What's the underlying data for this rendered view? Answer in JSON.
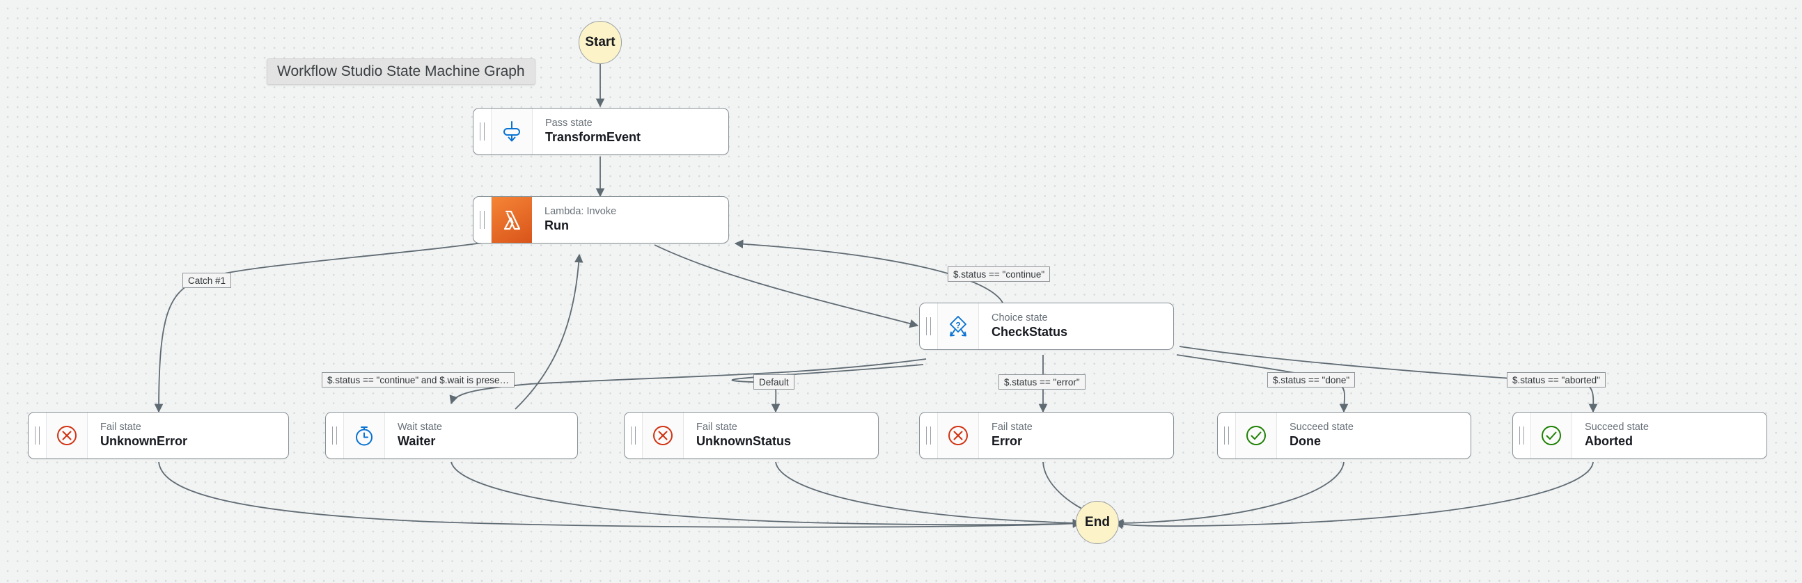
{
  "graph": {
    "title": "Workflow Studio State Machine Graph",
    "background_color": "#f2f3f3",
    "node_border_color": "#879196",
    "terminal_fill_color": "#fcf3c8",
    "lambda_icon_color": "#f58536",
    "fail_icon_color": "#d13212",
    "succeed_icon_color": "#1d8102",
    "blue_icon_color": "#0972d3"
  },
  "terminals": [
    {
      "id": "start",
      "label": "Start"
    },
    {
      "id": "end",
      "label": "End"
    }
  ],
  "nodes": [
    {
      "id": "transform-event",
      "type_label": "Pass state",
      "name": "TransformEvent",
      "icon": "pass-state-icon"
    },
    {
      "id": "run",
      "type_label": "Lambda: Invoke",
      "name": "Run",
      "icon": "lambda-icon"
    },
    {
      "id": "check-status",
      "type_label": "Choice state",
      "name": "CheckStatus",
      "icon": "choice-state-icon"
    },
    {
      "id": "unknown-error",
      "type_label": "Fail state",
      "name": "UnknownError",
      "icon": "fail-state-icon"
    },
    {
      "id": "waiter",
      "type_label": "Wait state",
      "name": "Waiter",
      "icon": "wait-state-icon"
    },
    {
      "id": "unknown-status",
      "type_label": "Fail state",
      "name": "UnknownStatus",
      "icon": "fail-state-icon"
    },
    {
      "id": "error",
      "type_label": "Fail state",
      "name": "Error",
      "icon": "fail-state-icon"
    },
    {
      "id": "done",
      "type_label": "Succeed state",
      "name": "Done",
      "icon": "succeed-state-icon"
    },
    {
      "id": "aborted",
      "type_label": "Succeed state",
      "name": "Aborted",
      "icon": "succeed-state-icon"
    }
  ],
  "edge_labels": [
    {
      "id": "catch-1",
      "text": "Catch #1"
    },
    {
      "id": "continue-wait",
      "text": "$.status == \"continue\" and $.wait is prese…"
    },
    {
      "id": "continue",
      "text": "$.status == \"continue\""
    },
    {
      "id": "default",
      "text": "Default"
    },
    {
      "id": "error-cond",
      "text": "$.status == \"error\""
    },
    {
      "id": "done-cond",
      "text": "$.status == \"done\""
    },
    {
      "id": "aborted-cond",
      "text": "$.status == \"aborted\""
    }
  ]
}
